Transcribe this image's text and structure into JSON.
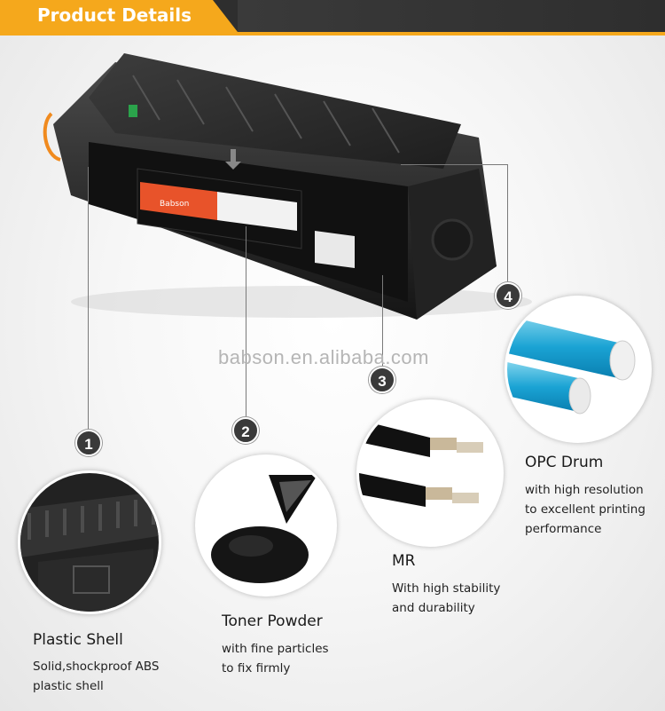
{
  "header": {
    "title": "Product Details",
    "accent": "#f5a81c",
    "dark": "#2e2e2e"
  },
  "watermark": "babson.en.alibaba.com",
  "product": {
    "brand_label": "Babson"
  },
  "callouts": [
    {
      "number": "1",
      "title": "Plastic Shell",
      "desc_lines": [
        "Solid,shockproof ABS",
        "plastic shell"
      ]
    },
    {
      "number": "2",
      "title": "Toner Powder",
      "desc_lines": [
        "with fine particles",
        "to fix firmly"
      ]
    },
    {
      "number": "3",
      "title": "MR",
      "desc_lines": [
        "With high stability",
        "and durability"
      ]
    },
    {
      "number": "4",
      "title": "OPC Drum",
      "desc_lines": [
        "with high resolution",
        "to excellent printing",
        "performance"
      ]
    }
  ]
}
